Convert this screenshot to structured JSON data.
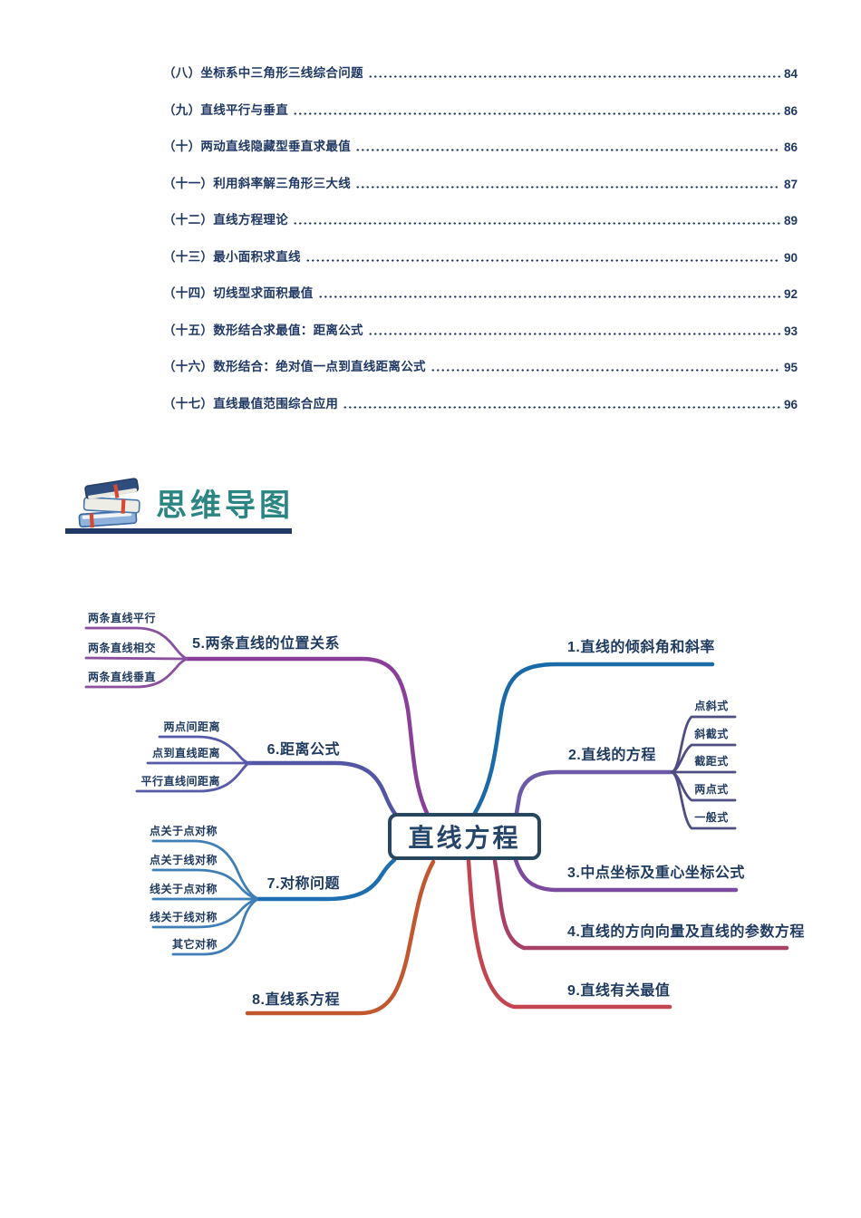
{
  "toc": {
    "items": [
      {
        "label": "（八）坐标系中三角形三线综合问题",
        "page": "84"
      },
      {
        "label": "（九）直线平行与垂直",
        "page": "86"
      },
      {
        "label": "（十）两动直线隐藏型垂直求最值",
        "page": "86"
      },
      {
        "label": "（十一）利用斜率解三角形三大线",
        "page": "87"
      },
      {
        "label": "（十二）直线方程理论",
        "page": "89"
      },
      {
        "label": "（十三）最小面积求直线",
        "page": "90"
      },
      {
        "label": "（十四）切线型求面积最值",
        "page": "92"
      },
      {
        "label": "（十五）数形结合求最值：距离公式",
        "page": "93"
      },
      {
        "label": "（十六）数形结合：绝对值一点到直线距离公式",
        "page": "95"
      },
      {
        "label": "（十七）直线最值范围综合应用",
        "page": "96"
      }
    ]
  },
  "section": {
    "title": "思维导图"
  },
  "mindmap": {
    "center_label": "直线方程",
    "right_branches": [
      {
        "label": "1.直线的倾斜角和斜率",
        "children": []
      },
      {
        "label": "2.直线的方程",
        "children": [
          "点斜式",
          "斜截式",
          "截距式",
          "两点式",
          "一般式"
        ]
      },
      {
        "label": "3.中点坐标及重心坐标公式",
        "children": []
      },
      {
        "label": "4.直线的方向向量及直线的参数方程",
        "children": []
      },
      {
        "label": "9.直线有关最值",
        "children": []
      }
    ],
    "left_branches": [
      {
        "label": "5.两条直线的位置关系",
        "children": [
          "两条直线平行",
          "两条直线相交",
          "两条直线垂直"
        ]
      },
      {
        "label": "6.距离公式",
        "children": [
          "两点间距离",
          "点到直线距离",
          "平行直线间距离"
        ]
      },
      {
        "label": "7.对称问题",
        "children": [
          "点关于点对称",
          "点关于线对称",
          "线关于点对称",
          "线关于线对称",
          "其它对称"
        ]
      },
      {
        "label": "8.直线系方程",
        "children": []
      }
    ],
    "colors": {
      "branch1": "#1B6AA8",
      "branch2": "#6C59A8",
      "branch2_sub": "#4E4E82",
      "branch3": "#7B4BA0",
      "branch4": "#A84168",
      "branch5": "#8A3F98",
      "branch5_sub": "#8A4F9E",
      "branch6": "#5355A5",
      "branch6_sub": "#565AA8",
      "branch7": "#1E6FB0",
      "branch7_sub": "#3F7FB5",
      "branch8": "#C2582F",
      "branch9": "#C4454F",
      "center_border": "#27465F",
      "text_navy": "#1F3864",
      "title_teal": "#2B8583"
    }
  }
}
